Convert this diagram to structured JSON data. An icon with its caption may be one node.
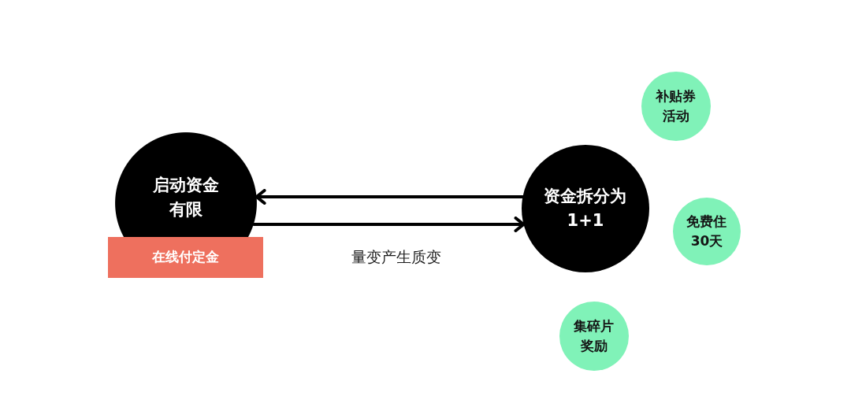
{
  "diagram": {
    "nodes": [
      {
        "text": [
          "启动资金有限"
        ]
      },
      {
        "text": [
          "在线付定金"
        ]
      },
      {
        "text": [
          "资金拆分为1+1"
        ]
      },
      {
        "text": [
          "补贴券活动"
        ]
      },
      {
        "text": [
          "免费住30天"
        ]
      },
      {
        "text": [
          "集碎片奖励"
        ]
      }
    ],
    "edges": [
      {
        "from": 2,
        "to": 0,
        "arrow": "to"
      },
      {
        "from": 0,
        "to": 2,
        "arrow": "to"
      }
    ],
    "labels": [
      "量变产生质变"
    ]
  }
}
